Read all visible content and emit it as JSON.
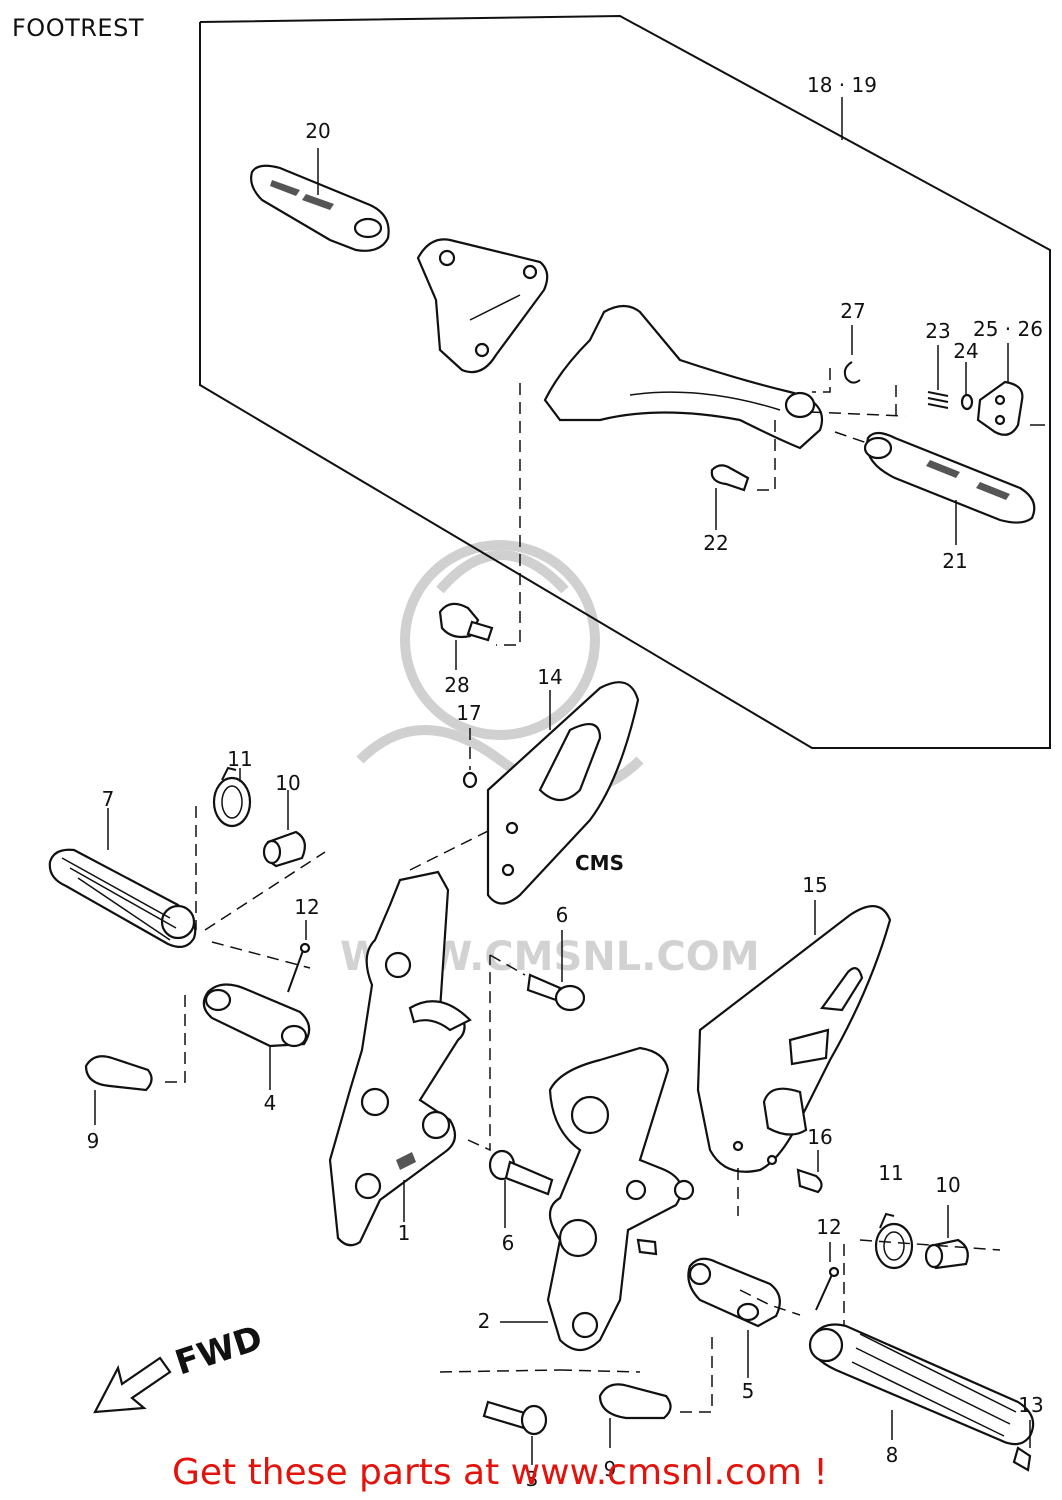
{
  "page": {
    "title": "FOOTREST",
    "footer": "Get these parts at www.cmsnl.com !",
    "watermark": "WWW.CMSNL.COM",
    "watermark_logo": "CMS"
  },
  "callouts": {
    "c18_19": "18 · 19",
    "c20": "20",
    "c27": "27",
    "c23": "23",
    "c24": "24",
    "c25_26": "25 · 26",
    "c22": "22",
    "c21": "21",
    "c28": "28",
    "c14": "14",
    "c17": "17",
    "c11a": "11",
    "c10a": "10",
    "c7": "7",
    "c12a": "12",
    "c6a": "6",
    "c15": "15",
    "c4": "4",
    "c9a": "9",
    "c1": "1",
    "c16": "16",
    "c11b": "11",
    "c10b": "10",
    "c6b": "6",
    "c12b": "12",
    "c2": "2",
    "c5": "5",
    "c13": "13",
    "c3": "3",
    "c9b": "9",
    "c8": "8"
  },
  "labels": {
    "fwd": "FWD"
  },
  "colors": {
    "footer_link": "#e3120b",
    "line": "#111111",
    "watermark": "#cfcfcf"
  }
}
